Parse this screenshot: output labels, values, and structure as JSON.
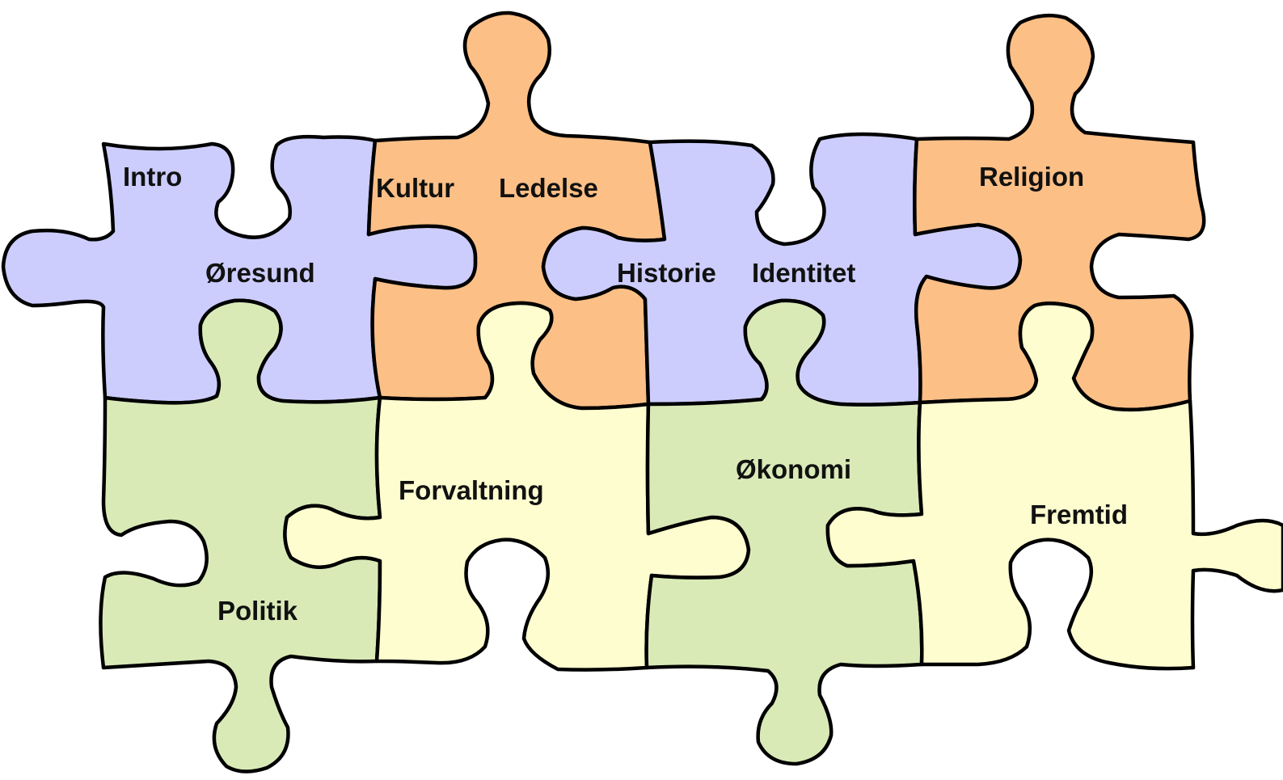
{
  "colors": {
    "violet": "#cccdfd",
    "orange": "#fcbf86",
    "green": "#d9eab7",
    "yellow": "#fefdcf",
    "outline": "#000000"
  },
  "topics": {
    "intro": "Intro",
    "oresund": "Øresund",
    "kultur": "Kultur",
    "ledelse": "Ledelse",
    "historie": "Historie",
    "identitet": "Identitet",
    "religion": "Religion",
    "politik": "Politik",
    "forvaltning": "Forvaltning",
    "okonomi": "Økonomi",
    "fremtid": "Fremtid"
  }
}
